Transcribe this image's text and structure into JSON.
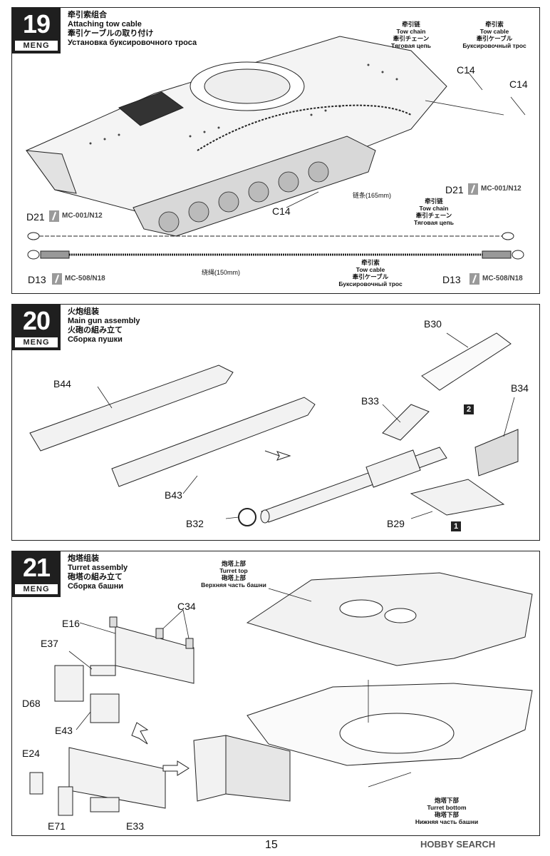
{
  "brand": "MENG",
  "page_number": "15",
  "watermark": "HOBBY SEARCH",
  "step19": {
    "number": "19",
    "title_zh": "牵引索组合",
    "title_en": "Attaching tow cable",
    "title_ja": "牽引ケーブルの取り付け",
    "title_ru": "Установка буксировочного троса",
    "tow_chain": {
      "zh": "牵引链",
      "en": "Tow chain",
      "ja": "牽引チェーン",
      "ru": "Тяговая цепь"
    },
    "tow_cable": {
      "zh": "牵引索",
      "en": "Tow cable",
      "ja": "牽引ケーブル",
      "ru": "Буксировочный трос"
    },
    "part_c14": "C14",
    "part_d21": "D21",
    "part_d13": "D13",
    "paint_n12": "MC-001/N12",
    "paint_n18": "MC-508/N18",
    "chain_length": "链条(165mm)",
    "cable_length": "绕绳(150mm)"
  },
  "step20": {
    "number": "20",
    "title_zh": "火炮组装",
    "title_en": "Main gun assembly",
    "title_ja": "火砲の組み立て",
    "title_ru": "Сборка пушки",
    "parts": {
      "b44": "B44",
      "b43": "B43",
      "b32": "B32",
      "b30": "B30",
      "b33": "B33",
      "b34": "B34",
      "b29": "B29"
    },
    "sub1": "1",
    "sub2": "2"
  },
  "step21": {
    "number": "21",
    "title_zh": "炮塔组装",
    "title_en": "Turret assembly",
    "title_ja": "砲塔の組み立て",
    "title_ru": "Сборка башни",
    "turret_top": {
      "zh": "炮塔上部",
      "en": "Turret top",
      "ja": "砲塔上部",
      "ru": "Верхняя часть башни"
    },
    "turret_bottom": {
      "zh": "炮塔下部",
      "en": "Turret bottom",
      "ja": "砲塔下部",
      "ru": "Нижняя часть башни"
    },
    "parts": {
      "c34": "C34",
      "e16": "E16",
      "e37": "E37",
      "d68": "D68",
      "e43": "E43",
      "e24": "E24",
      "e71": "E71",
      "e33": "E33"
    }
  }
}
